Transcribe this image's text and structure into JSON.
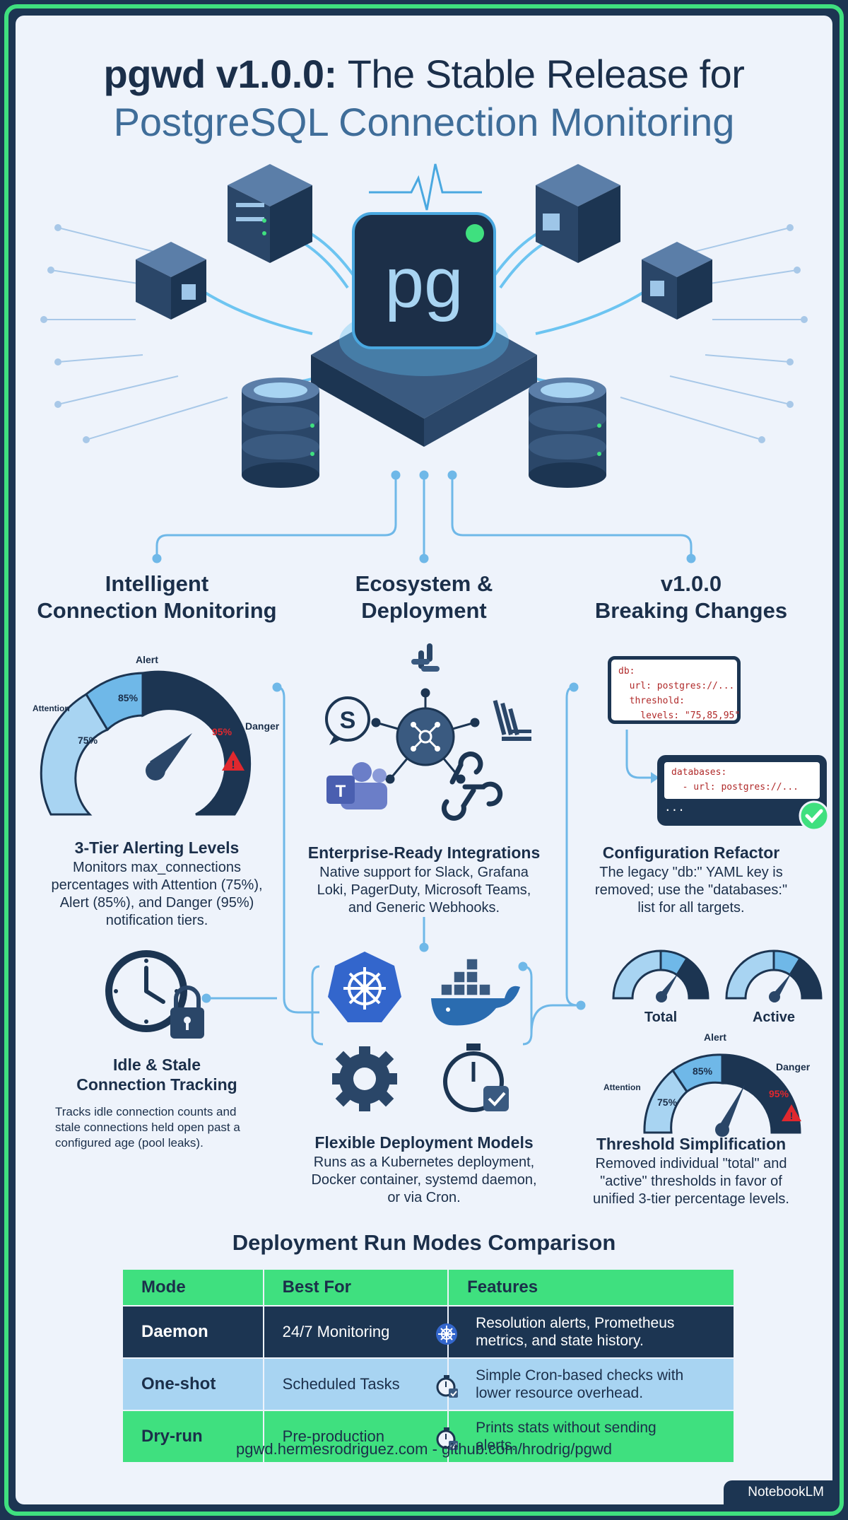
{
  "header": {
    "title_product": "pgwd v1.0.0:",
    "title_rest": "The Stable Release for",
    "subtitle": "PostgreSQL Connection Monitoring",
    "hero_logo": "pg"
  },
  "columns": {
    "left": {
      "heading_line1": "Intelligent",
      "heading_line2": "Connection Monitoring",
      "gauge": {
        "alert_label": "Alert",
        "attention_label": "Attention",
        "danger_label": "Danger",
        "p75": "75%",
        "p85": "85%",
        "p95": "95%"
      },
      "alerting_title": "3-Tier Alerting Levels",
      "alerting_desc_1": "Monitors max_connections",
      "alerting_desc_2": "percentages with Attention (75%),",
      "alerting_desc_3": "Alert (85%), and Danger (95%)",
      "alerting_desc_4": "notification tiers.",
      "idle_title_1": "Idle & Stale",
      "idle_title_2": "Connection Tracking",
      "idle_desc_1": "Tracks idle connection counts and",
      "idle_desc_2": "stale connections held open past a",
      "idle_desc_3": "configured age (pool leaks)."
    },
    "middle": {
      "heading_line1": "Ecosystem &",
      "heading_line2": "Deployment",
      "integrations_title": "Enterprise-Ready Integrations",
      "integrations_desc_1": "Native support for Slack, Grafana",
      "integrations_desc_2": "Loki, PagerDuty, Microsoft Teams,",
      "integrations_desc_3": "and Generic Webhooks.",
      "deploy_title": "Flexible Deployment Models",
      "deploy_desc_1": "Runs as a Kubernetes deployment,",
      "deploy_desc_2": "Docker container, systemd daemon,",
      "deploy_desc_3": "or via Cron."
    },
    "right": {
      "heading_line1": "v1.0.0",
      "heading_line2": "Breaking Changes",
      "code_old": "db:\n  url: postgres://...\n  threshold:\n    levels: \"75,85,95\"",
      "code_new": "databases:\n  - url: postgres://...",
      "code_new_ellipsis": "...",
      "config_title": "Configuration Refactor",
      "config_desc_1": "The legacy \"db:\" YAML key is",
      "config_desc_2": "removed; use the \"databases:\"",
      "config_desc_3": "list for all targets.",
      "small_gauge_1": "Total",
      "small_gauge_2": "Active",
      "gauge": {
        "alert_label": "Alert",
        "attention_label": "Attention",
        "danger_label": "Danger",
        "p75": "75%",
        "p85": "85%",
        "p95": "95%"
      },
      "threshold_title": "Threshold Simplification",
      "threshold_desc_1": "Removed individual \"total\" and",
      "threshold_desc_2": "\"active\" thresholds in favor of",
      "threshold_desc_3": "unified 3-tier percentage levels."
    }
  },
  "comparison": {
    "title": "Deployment Run Modes Comparison",
    "headers": [
      "Mode",
      "Best For",
      "Features"
    ],
    "rows": [
      {
        "mode": "Daemon",
        "best_for": "24/7 Monitoring",
        "features_1": "Resolution alerts, Prometheus",
        "features_2": "metrics, and state history.",
        "icon": "kubernetes-icon"
      },
      {
        "mode": "One-shot",
        "best_for": "Scheduled Tasks",
        "features_1": "Simple Cron-based checks with",
        "features_2": "lower resource overhead.",
        "icon": "stopwatch-check-icon"
      },
      {
        "mode": "Dry-run",
        "best_for": "Pre-production",
        "features_1": "Prints stats without sending",
        "features_2": "alerts.",
        "icon": "stopwatch-check-icon"
      }
    ]
  },
  "footer": {
    "links": "pgwd.hermesrodriguez.com - github.com/hrodrig/pgwd",
    "badge": "NotebookLM"
  },
  "colors": {
    "navy": "#1c3552",
    "green": "#3fe07f",
    "light_blue": "#a8d4f2",
    "accent_blue": "#3f6d99",
    "danger_red": "#e0282e"
  }
}
